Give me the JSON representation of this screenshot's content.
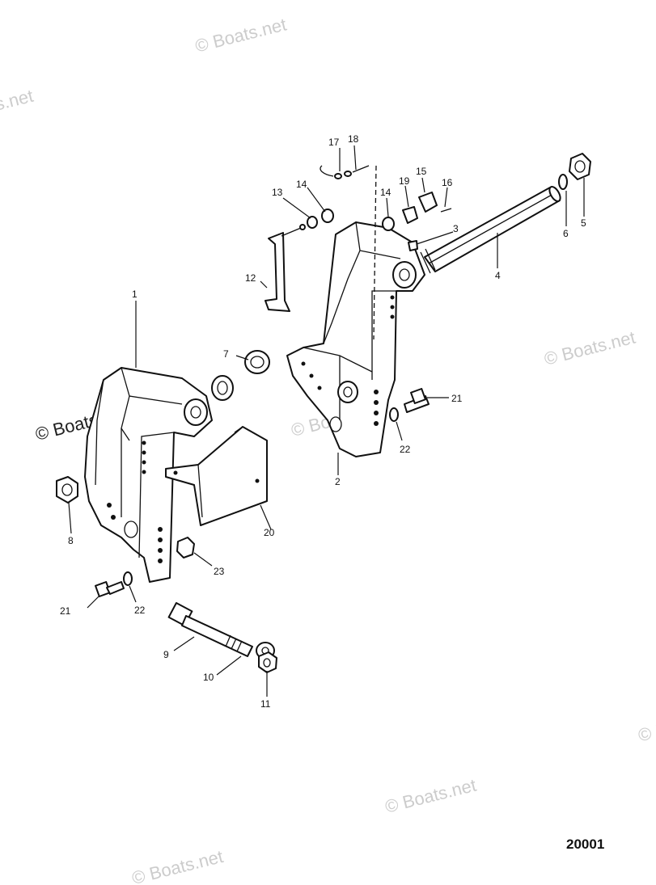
{
  "watermark": "© Boats.net",
  "figure_number": "20001",
  "callouts": [
    "1",
    "2",
    "3",
    "4",
    "5",
    "6",
    "7",
    "8",
    "9",
    "10",
    "11",
    "12",
    "13",
    "14",
    "14",
    "15",
    "16",
    "17",
    "18",
    "19",
    "20",
    "21",
    "21",
    "22",
    "22",
    "23"
  ]
}
